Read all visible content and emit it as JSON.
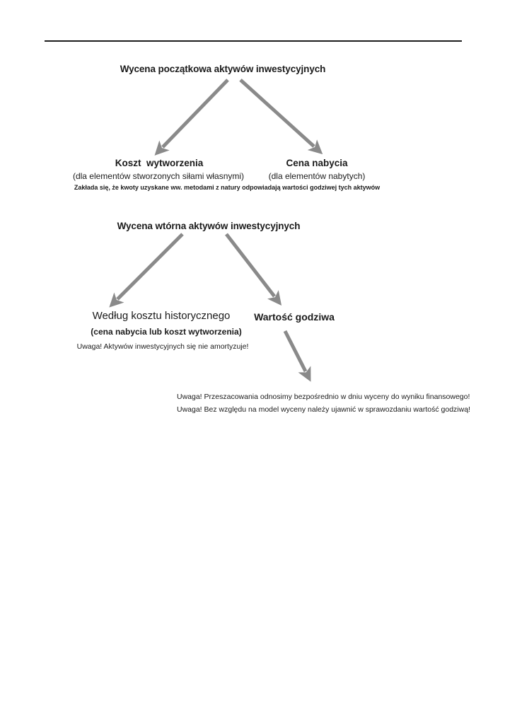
{
  "page": {
    "background": "#ffffff",
    "text_color": "#1a1a1a",
    "rule_color": "#1c1c1c",
    "arrow_color": "#8a8a8a"
  },
  "initial_valuation": {
    "title": "Wycena początkowa aktywów inwestycyjnych",
    "cost_branch": {
      "title": "Koszt  wytworzenia",
      "subtitle": "(dla elementów stworzonych siłami własnymi)"
    },
    "price_branch": {
      "title": "Cena nabycia",
      "subtitle": "(dla elementów nabytych)"
    },
    "assumption_note": "Zakłada się, że kwoty uzyskane ww. metodami z natury odpowiadają wartości godziwej tych aktywów"
  },
  "secondary_valuation": {
    "title": "Wycena wtórna aktywów inwestycyjnych",
    "historical_cost_branch": {
      "title": "Według kosztu historycznego",
      "subtitle": "(cena nabycia lub koszt wytworzenia)",
      "note": "Uwaga! Aktywów inwestycyjnych się nie amortyzuje!"
    },
    "fair_value_branch": {
      "title": "Wartość godziwa"
    },
    "fair_value_notes": [
      "Uwaga! Przeszacowania odnosimy bezpośrednio w dniu wyceny do wyniku finansowego!",
      "Uwaga! Bez względu na model wyceny należy ujawnić w sprawozdaniu wartość godziwą!"
    ]
  }
}
